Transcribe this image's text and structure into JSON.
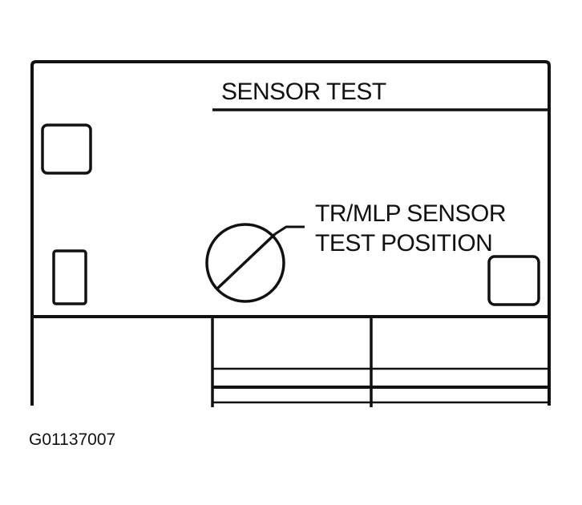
{
  "header": {
    "title": "SENSOR TEST"
  },
  "callout": {
    "line1": "TR/MLP SENSOR",
    "line2": "TEST POSITION"
  },
  "figure": {
    "code": "G01137007"
  },
  "colors": {
    "ink": "#111111",
    "paper": "#ffffff"
  }
}
